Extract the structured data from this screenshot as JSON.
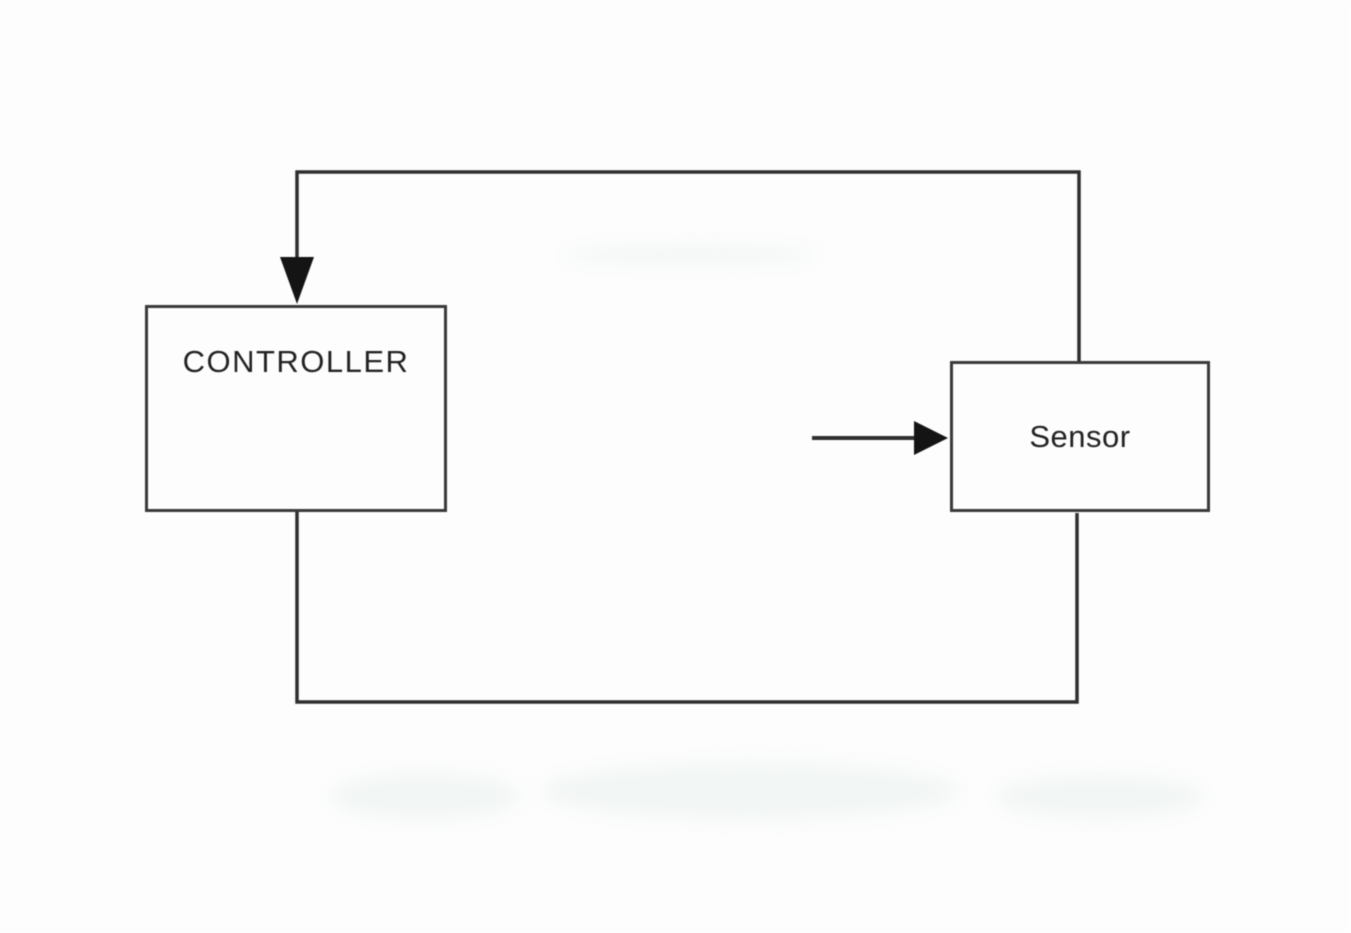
{
  "diagram": {
    "type": "control-loop-block-diagram",
    "blocks": {
      "controller": {
        "label": "CONTROLLER"
      },
      "sensor": {
        "label": "Sensor"
      }
    },
    "connections": [
      {
        "name": "feedback-top-path",
        "from": "sensor-top-edge",
        "to": "controller-top-edge",
        "route": "up, left across top, down",
        "arrowhead": "solid triangle pointing down into CONTROLLER"
      },
      {
        "name": "bottom-return-path",
        "from": "controller-bottom-edge",
        "to": "sensor-bottom-edge",
        "route": "down, right across bottom, up",
        "arrowhead": "none"
      },
      {
        "name": "input-arrow",
        "from": "external-left",
        "to": "sensor-left-edge",
        "route": "horizontal",
        "arrowhead": "solid triangle pointing right into Sensor"
      }
    ],
    "colors": {
      "background": "#fdfdfd",
      "line": "#2f2f2f",
      "box_border": "#3a3a3a",
      "arrowhead_fill": "#141414",
      "text": "#222222"
    }
  }
}
